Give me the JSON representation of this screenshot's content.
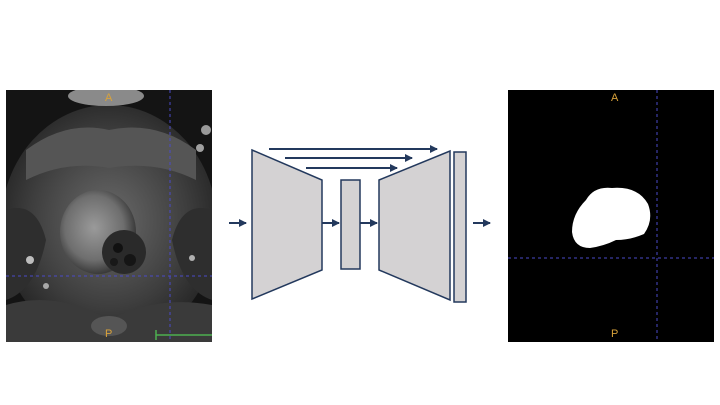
{
  "input_image": {
    "label_top": "A",
    "label_bottom": "P"
  },
  "output_mask": {
    "label_top": "A",
    "label_bottom": "P"
  },
  "colors": {
    "block_fill": "#d4d2d3",
    "block_stroke": "#23395d",
    "arrow": "#23395d",
    "crosshair": "#4a4ac8",
    "orientation_label": "#d9a23a",
    "scale_bar": "#4caf50"
  }
}
